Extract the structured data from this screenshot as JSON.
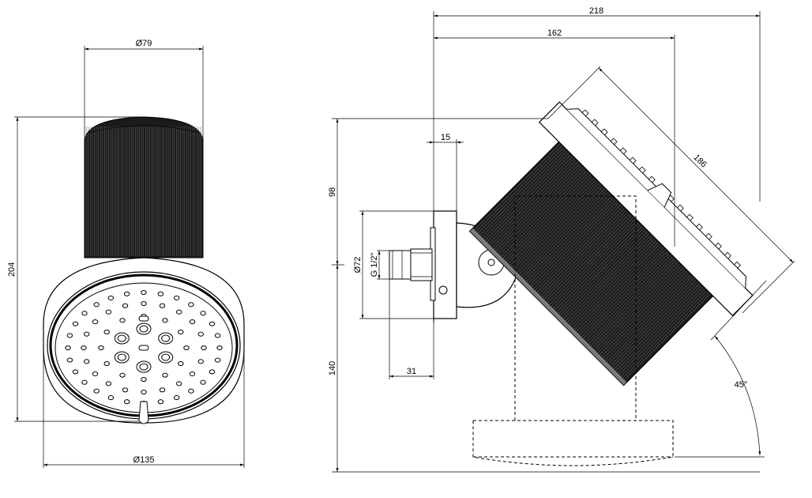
{
  "front_view": {
    "dim_top_diameter": "Ø79",
    "dim_height": "204",
    "dim_bottom_diameter": "Ø135"
  },
  "side_view": {
    "dim_overall_width": "218",
    "dim_inner_width": "162",
    "dim_length": "186",
    "dim_wall_flange": "15",
    "dim_upper_height": "98",
    "dim_lower_height": "140",
    "dim_flange_diameter": "Ø72",
    "dim_thread": "G 1/2\"",
    "dim_fitting_depth": "31",
    "dim_angle": "45°"
  },
  "colors": {
    "line": "#000000",
    "fill": "#1a1a1a",
    "background": "#ffffff"
  }
}
